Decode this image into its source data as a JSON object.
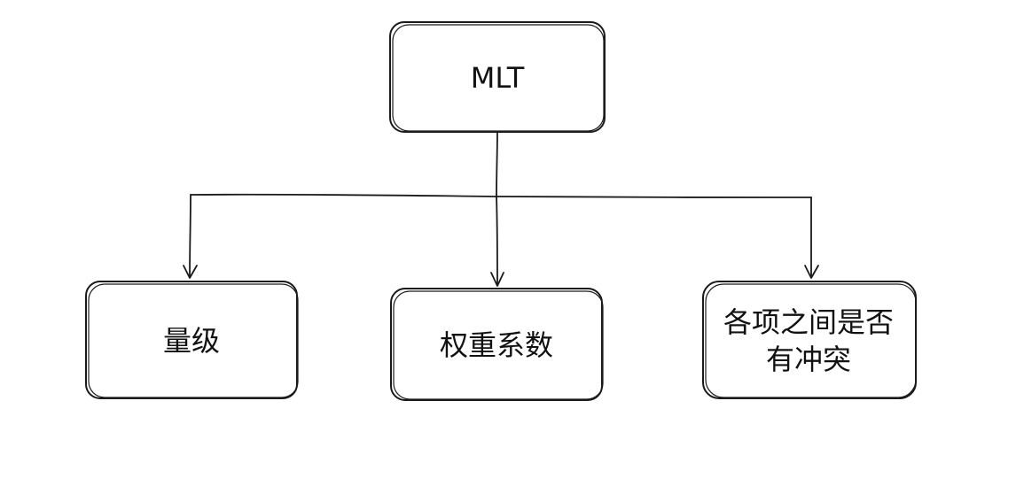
{
  "diagram": {
    "root": {
      "label": "MLT"
    },
    "children": [
      {
        "label_lines": [
          "量级"
        ]
      },
      {
        "label_lines": [
          "权重系数"
        ]
      },
      {
        "label_lines": [
          "各项之间是否",
          "有冲突"
        ]
      }
    ]
  }
}
